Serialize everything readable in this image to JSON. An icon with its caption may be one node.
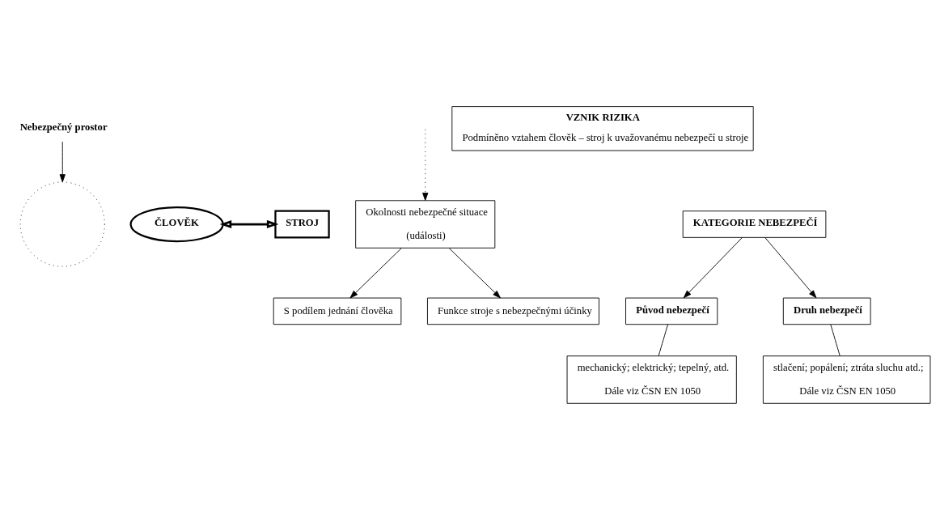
{
  "diagram": {
    "nodes": [
      {
        "text": [
          "Nebezpečný prostor"
        ]
      },
      {
        "text": [],
        "shape": "circle"
      },
      {
        "text": [
          "ČLOVĚK"
        ]
      },
      {
        "text": [
          "STROJ"
        ]
      },
      {
        "text": [
          "Okolnosti nebezpečné situace",
          "(události)"
        ]
      },
      {
        "text": [
          "S podílem jednání člověka"
        ]
      },
      {
        "text": [
          "Funkce stroje s nebezpečnými účinky"
        ]
      },
      {
        "text": [
          "VZNIK RIZIKA",
          "Podmíněno vztahem člověk – stroj k uvažovanému nebezpečí u stroje"
        ]
      },
      {
        "text": [
          "KATEGORIE NEBEZPEČÍ"
        ]
      },
      {
        "text": [
          "Původ nebezpečí"
        ]
      },
      {
        "text": [
          "Druh nebezpečí"
        ]
      },
      {
        "text": [
          "mechanický; elektrický; tepelný, atd.",
          "Dále viz ČSN EN 1050"
        ]
      },
      {
        "text": [
          "stlačení; popálení; ztráta sluchu atd.;",
          "Dále viz ČSN EN 1050"
        ]
      }
    ],
    "edges": [
      {
        "from": 0,
        "to": 1,
        "arrow": "to"
      },
      {
        "from": 2,
        "to": 3,
        "arrow": "both",
        "style": "thick"
      },
      {
        "from": null,
        "to": 4,
        "arrow": "to",
        "style": "dashed"
      },
      {
        "from": 4,
        "to": 5,
        "arrow": "to"
      },
      {
        "from": 4,
        "to": 6,
        "arrow": "to"
      },
      {
        "from": 8,
        "to": 9,
        "arrow": "to"
      },
      {
        "from": 8,
        "to": 10,
        "arrow": "to"
      },
      {
        "from": 9,
        "to": 11,
        "arrow": "none"
      },
      {
        "from": 10,
        "to": 12,
        "arrow": "none"
      }
    ]
  }
}
